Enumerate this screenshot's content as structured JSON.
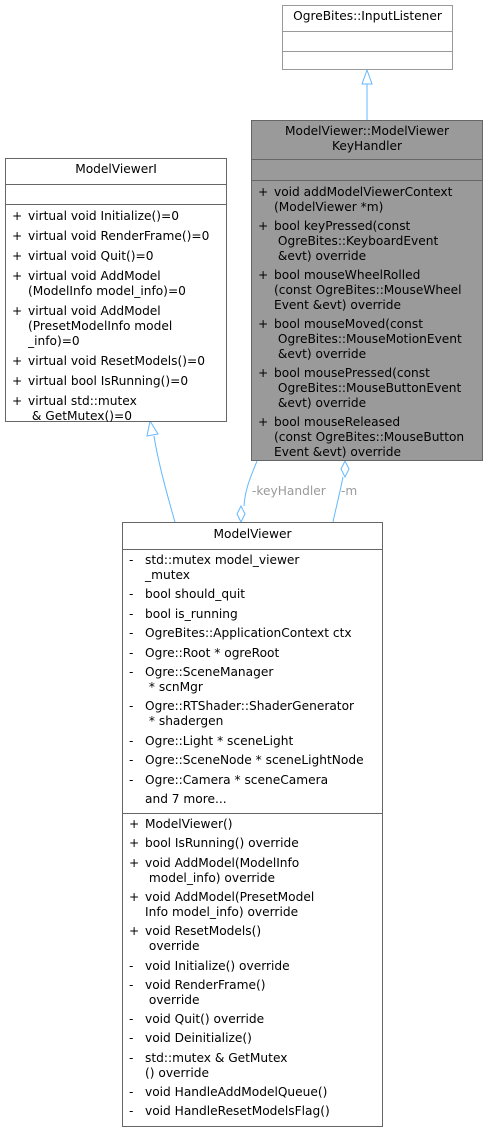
{
  "classes": {
    "input_listener": {
      "name": "OgreBites::InputListener",
      "attributes": [],
      "methods": []
    },
    "key_handler": {
      "name_lines": [
        "ModelViewer::ModelViewer",
        "KeyHandler"
      ],
      "attributes": [],
      "methods": [
        {
          "vis": "+",
          "lines": [
            "void addModelViewerContext",
            "(ModelViewer *m)"
          ]
        },
        {
          "vis": "+",
          "lines": [
            "bool keyPressed(const",
            " OgreBites::KeyboardEvent",
            " &evt) override"
          ]
        },
        {
          "vis": "+",
          "lines": [
            "bool mouseWheelRolled",
            "(const OgreBites::MouseWheel",
            "Event &evt) override"
          ]
        },
        {
          "vis": "+",
          "lines": [
            "bool mouseMoved(const",
            " OgreBites::MouseMotionEvent",
            " &evt) override"
          ]
        },
        {
          "vis": "+",
          "lines": [
            "bool mousePressed(const",
            " OgreBites::MouseButtonEvent",
            " &evt) override"
          ]
        },
        {
          "vis": "+",
          "lines": [
            "bool mouseReleased",
            "(const OgreBites::MouseButton",
            "Event &evt) override"
          ]
        }
      ]
    },
    "model_viewer_i": {
      "name": "ModelViewerI",
      "attributes": [],
      "methods": [
        {
          "vis": "+",
          "lines": [
            "virtual void Initialize()=0"
          ]
        },
        {
          "vis": "+",
          "lines": [
            "virtual void RenderFrame()=0"
          ]
        },
        {
          "vis": "+",
          "lines": [
            "virtual void Quit()=0"
          ]
        },
        {
          "vis": "+",
          "lines": [
            "virtual void AddModel",
            "(ModelInfo model_info)=0"
          ]
        },
        {
          "vis": "+",
          "lines": [
            "virtual void AddModel",
            "(PresetModelInfo model",
            "_info)=0"
          ]
        },
        {
          "vis": "+",
          "lines": [
            "virtual void ResetModels()=0"
          ]
        },
        {
          "vis": "+",
          "lines": [
            "virtual bool IsRunning()=0"
          ]
        },
        {
          "vis": "+",
          "lines": [
            "virtual std::mutex",
            " & GetMutex()=0"
          ]
        }
      ]
    },
    "model_viewer": {
      "name": "ModelViewer",
      "attributes": [
        {
          "vis": "-",
          "lines": [
            "std::mutex model_viewer",
            "_mutex"
          ]
        },
        {
          "vis": "-",
          "lines": [
            "bool should_quit"
          ]
        },
        {
          "vis": "-",
          "lines": [
            "bool is_running"
          ]
        },
        {
          "vis": "-",
          "lines": [
            "OgreBites::ApplicationContext ctx"
          ]
        },
        {
          "vis": "-",
          "lines": [
            "Ogre::Root * ogreRoot"
          ]
        },
        {
          "vis": "-",
          "lines": [
            "Ogre::SceneManager",
            " * scnMgr"
          ]
        },
        {
          "vis": "-",
          "lines": [
            "Ogre::RTShader::ShaderGenerator",
            " * shadergen"
          ]
        },
        {
          "vis": "-",
          "lines": [
            "Ogre::Light * sceneLight"
          ]
        },
        {
          "vis": "-",
          "lines": [
            "Ogre::SceneNode * sceneLightNode"
          ]
        },
        {
          "vis": "-",
          "lines": [
            "Ogre::Camera * sceneCamera"
          ]
        },
        {
          "vis": "",
          "lines": [
            "and 7 more..."
          ]
        }
      ],
      "methods": [
        {
          "vis": "+",
          "lines": [
            "ModelViewer()"
          ]
        },
        {
          "vis": "+",
          "lines": [
            "bool IsRunning() override"
          ]
        },
        {
          "vis": "+",
          "lines": [
            "void AddModel(ModelInfo",
            " model_info) override"
          ]
        },
        {
          "vis": "+",
          "lines": [
            "void AddModel(PresetModel",
            "Info model_info) override"
          ]
        },
        {
          "vis": "+",
          "lines": [
            "void ResetModels()",
            " override"
          ]
        },
        {
          "vis": "-",
          "lines": [
            "void Initialize() override"
          ]
        },
        {
          "vis": "-",
          "lines": [
            "void RenderFrame()",
            " override"
          ]
        },
        {
          "vis": "-",
          "lines": [
            "void Quit() override"
          ]
        },
        {
          "vis": "-",
          "lines": [
            "void Deinitialize()"
          ]
        },
        {
          "vis": "-",
          "lines": [
            "std::mutex & GetMutex",
            "() override"
          ]
        },
        {
          "vis": "-",
          "lines": [
            "void HandleAddModelQueue()"
          ]
        },
        {
          "vis": "-",
          "lines": [
            "void HandleResetModelsFlag()"
          ]
        }
      ]
    }
  },
  "edges": {
    "key_handler_label": "-keyHandler",
    "m_label": "-m"
  },
  "colors": {
    "edge": "#63b8ff",
    "focus_fill": "#9a9a9a",
    "label": "#9a9a9a"
  }
}
